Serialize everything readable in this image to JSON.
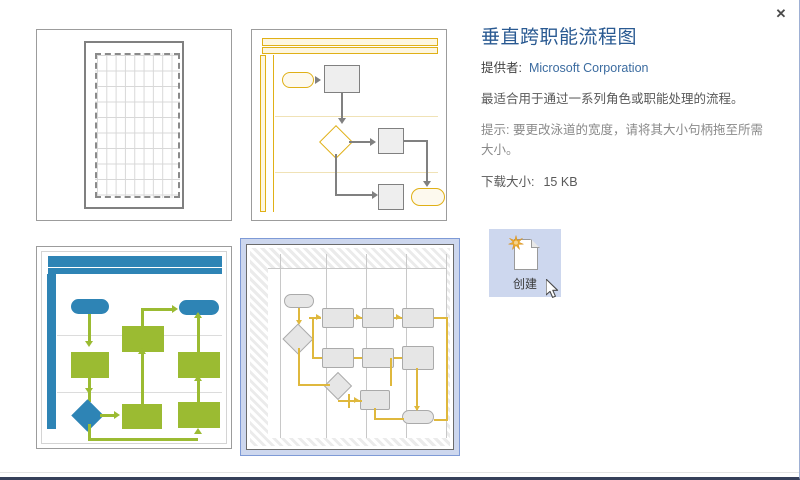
{
  "dialog": {
    "close_label": "✕"
  },
  "thumbnails": [
    {
      "name": "blank-template",
      "caption": "",
      "selected": false
    },
    {
      "name": "cross-functional-flowchart-gold",
      "caption": "",
      "selected": false
    },
    {
      "name": "cross-functional-flowchart-blue-green",
      "caption": "",
      "selected": false
    },
    {
      "name": "vertical-cross-functional-flowchart",
      "caption": "",
      "selected": true
    }
  ],
  "info": {
    "title": "垂直跨职能流程图",
    "provider_label": "提供者:",
    "provider_value": "Microsoft Corporation",
    "description": "最适合用于通过一系列角色或职能处理的流程。",
    "tip": "提示: 要更改泳道的宽度，请将其大小句柄拖至所需大小。",
    "size_label": "下载大小:",
    "size_value": "15 KB"
  },
  "create": {
    "label": "创建",
    "icon": "new-document-icon"
  },
  "colors": {
    "title_blue": "#2a5a92",
    "provider_blue": "#3c6ca0",
    "selection_blue": "#cdd7ee",
    "selection_border": "#7e9ad6",
    "gold": "#e0b016",
    "green": "#9bbb32",
    "blue": "#2e84b5",
    "window_bottom": "#36405a"
  }
}
